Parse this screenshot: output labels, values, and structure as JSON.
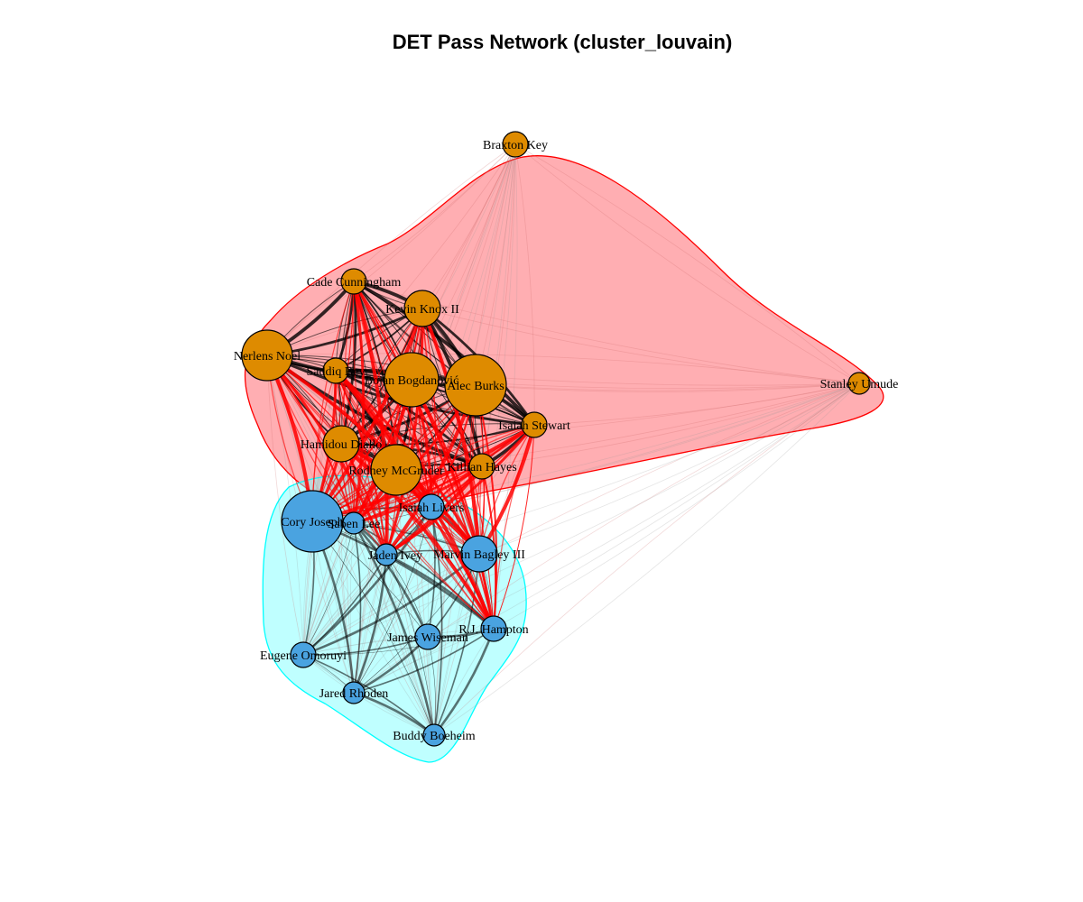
{
  "title": "DET Pass Network (cluster_louvain)",
  "colors": {
    "group1_fill": "#FF6B73",
    "group1_stroke": "#FF0000",
    "group2_fill": "#7FFFFF",
    "group2_stroke": "#00FFFF",
    "node_group1": "#DE8B00",
    "node_group2": "#4AA3E0",
    "edge_within": "#000000",
    "edge_between": "#FF0000"
  },
  "nodes": [
    {
      "id": "braxton-key",
      "label": "Braxton Key",
      "group": 1,
      "size": 1
    },
    {
      "id": "cade-cunningham",
      "label": "Cade Cunningham",
      "group": 1,
      "size": 1
    },
    {
      "id": "kevin-knox",
      "label": "Kevin Knox II",
      "group": 1,
      "size": 2
    },
    {
      "id": "nerlens-noel",
      "label": "Nerlens Noel",
      "group": 1,
      "size": 3
    },
    {
      "id": "saddiq-bey",
      "label": "Saddiq Bey",
      "group": 1,
      "size": 1
    },
    {
      "id": "bojan-bogdanovic",
      "label": "Bojan Bogdanović",
      "group": 1,
      "size": 4
    },
    {
      "id": "alec-burks",
      "label": "Alec Burks",
      "group": 1,
      "size": 5
    },
    {
      "id": "stanley-umude",
      "label": "Stanley Umude",
      "group": 1,
      "size": 0
    },
    {
      "id": "isaiah-stewart",
      "label": "Isaiah Stewart",
      "group": 1,
      "size": 1
    },
    {
      "id": "hamidou-diallo",
      "label": "Hamidou Diallo",
      "group": 1,
      "size": 2
    },
    {
      "id": "rodney-mcgruder",
      "label": "Rodney McGruder",
      "group": 1,
      "size": 3
    },
    {
      "id": "killian-hayes",
      "label": "Killian Hayes",
      "group": 1,
      "size": 1
    },
    {
      "id": "cory-joseph",
      "label": "Cory Joseph",
      "group": 2,
      "size": 5
    },
    {
      "id": "isaiah-livers",
      "label": "Isaiah Livers",
      "group": 2,
      "size": 1
    },
    {
      "id": "saben-lee",
      "label": "Saben Lee",
      "group": 2,
      "size": 0
    },
    {
      "id": "jaden-ivey",
      "label": "Jaden Ivey",
      "group": 2,
      "size": 0
    },
    {
      "id": "marvin-bagley",
      "label": "Marvin Bagley III",
      "group": 2,
      "size": 2
    },
    {
      "id": "rj-hampton",
      "label": "R.J. Hampton",
      "group": 2,
      "size": 1
    },
    {
      "id": "james-wiseman",
      "label": "James Wiseman",
      "group": 2,
      "size": 1
    },
    {
      "id": "eugene-omoruyi",
      "label": "Eugene Omoruyi",
      "group": 2,
      "size": 1
    },
    {
      "id": "jared-rhoden",
      "label": "Jared Rhoden",
      "group": 2,
      "size": 0
    },
    {
      "id": "buddy-boeheim",
      "label": "Buddy Boeheim",
      "group": 2,
      "size": 0
    }
  ]
}
